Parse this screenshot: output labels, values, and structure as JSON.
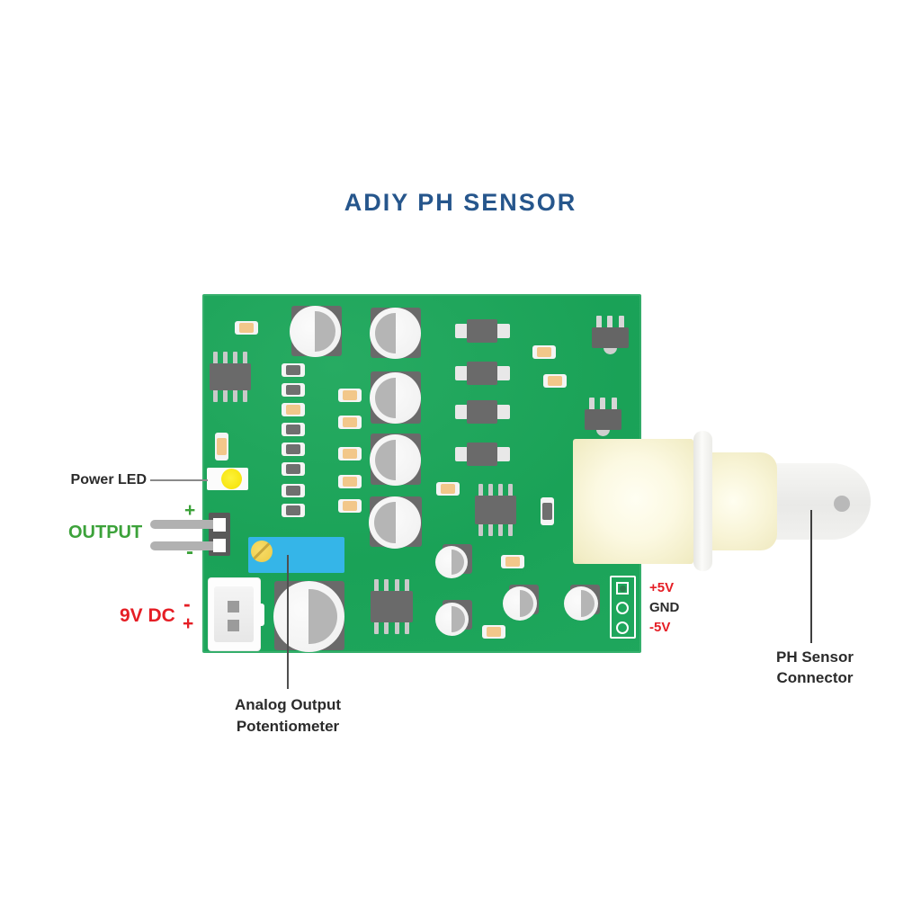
{
  "title": "ADIY PH SENSOR",
  "board": {
    "left_labels": {
      "power_led": "Power LED",
      "output": "OUTPUT",
      "output_plus": "+",
      "output_minus": "-",
      "power_input": "9V DC",
      "power_minus": "-",
      "power_plus": "+"
    },
    "right_pins": {
      "pin1": "+5V",
      "pin2": "GND",
      "pin3": "-5V"
    },
    "bottom_label": {
      "line1": "Analog Output",
      "line2": "Potentiometer"
    },
    "connector_label": {
      "line1": "PH Sensor",
      "line2": "Connector"
    }
  },
  "colors": {
    "board_green": "#1CA45A",
    "title_navy": "#26568C",
    "label_red": "#E51E25",
    "label_green": "#3CA23A",
    "label_dark": "#2B2B2B",
    "pot_blue": "#35B5E8",
    "led_yellow": "#F5E000",
    "component_gray": "#686868"
  }
}
